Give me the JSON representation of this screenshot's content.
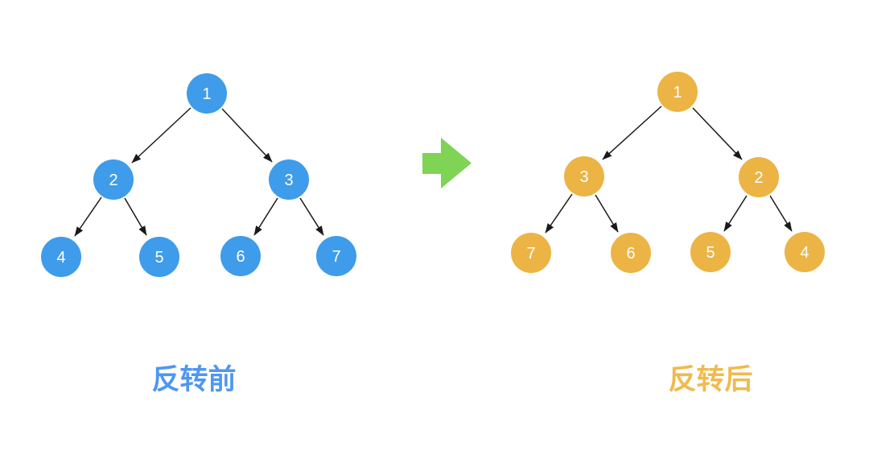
{
  "colors": {
    "before_node": "#3E9CEB",
    "before_label": "#4E97F2",
    "after_node": "#ECB445",
    "after_label": "#F0BA4E",
    "transform_arrow": "#7FD355",
    "edge": "#1A1A1A",
    "node_text": "#FFFFFF",
    "background": "#FFFFFF"
  },
  "before_tree": {
    "label": "反转前",
    "nodes": [
      {
        "id": "root",
        "label": "1"
      },
      {
        "id": "left",
        "label": "2"
      },
      {
        "id": "right",
        "label": "3"
      },
      {
        "id": "left-left",
        "label": "4"
      },
      {
        "id": "left-right",
        "label": "5"
      },
      {
        "id": "right-left",
        "label": "6"
      },
      {
        "id": "right-right",
        "label": "7"
      }
    ],
    "edges": [
      {
        "from": "1",
        "to": "2"
      },
      {
        "from": "1",
        "to": "3"
      },
      {
        "from": "2",
        "to": "4"
      },
      {
        "from": "2",
        "to": "5"
      },
      {
        "from": "3",
        "to": "6"
      },
      {
        "from": "3",
        "to": "7"
      }
    ]
  },
  "after_tree": {
    "label": "反转后",
    "nodes": [
      {
        "id": "root",
        "label": "1"
      },
      {
        "id": "left",
        "label": "3"
      },
      {
        "id": "right",
        "label": "2"
      },
      {
        "id": "left-left",
        "label": "7"
      },
      {
        "id": "left-right",
        "label": "6"
      },
      {
        "id": "right-left",
        "label": "5"
      },
      {
        "id": "right-right",
        "label": "4"
      }
    ],
    "edges": [
      {
        "from": "1",
        "to": "3"
      },
      {
        "from": "1",
        "to": "2"
      },
      {
        "from": "3",
        "to": "7"
      },
      {
        "from": "3",
        "to": "6"
      },
      {
        "from": "2",
        "to": "5"
      },
      {
        "from": "2",
        "to": "4"
      }
    ]
  },
  "transform": {
    "icon": "right-arrow",
    "meaning": "before tree is transformed into after tree"
  }
}
